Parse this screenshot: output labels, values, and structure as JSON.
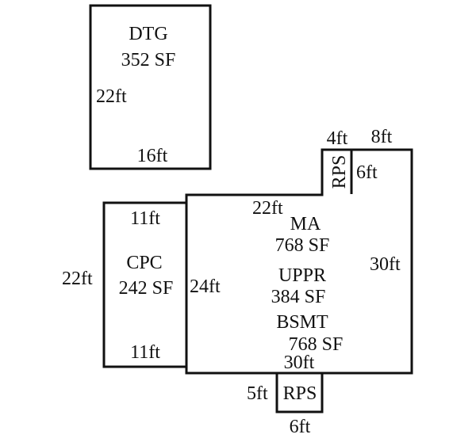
{
  "diagram": {
    "type": "floor-plan-sketch",
    "areas": [
      {
        "id": "dtg",
        "name": "DTG",
        "area": "352 SF",
        "dims": [
          "22ft",
          "16ft"
        ]
      },
      {
        "id": "cpc",
        "name": "CPC",
        "area": "242 SF",
        "dims": [
          "22ft",
          "11ft",
          "11ft"
        ]
      },
      {
        "id": "main",
        "lines": [
          "MA",
          "768 SF",
          "UPPR",
          "384 SF",
          "BSMT",
          "768 SF"
        ],
        "dims": [
          "22ft",
          "24ft",
          "30ft",
          "30ft",
          "8ft"
        ]
      },
      {
        "id": "rps-top",
        "name": "RPS",
        "dims": [
          "4ft",
          "6ft"
        ]
      },
      {
        "id": "rps-bottom",
        "name": "RPS",
        "dims": [
          "5ft",
          "6ft"
        ]
      }
    ]
  },
  "labels": {
    "dtg_name": "DTG",
    "dtg_area": "352 SF",
    "dtg_side": "22ft",
    "dtg_bottom": "16ft",
    "cpc_name": "CPC",
    "cpc_area": "242 SF",
    "cpc_left": "22ft",
    "cpc_top": "11ft",
    "cpc_bottom": "11ft",
    "main_top": "22ft",
    "main_left": "24ft",
    "main_right": "30ft",
    "main_bottom": "30ft",
    "main_top_right": "8ft",
    "ma_name": "MA",
    "ma_area": "768 SF",
    "uppr_name": "UPPR",
    "uppr_area": "384 SF",
    "bsmt_name": "BSMT",
    "bsmt_area": "768 SF",
    "rps_top_name": "RPS",
    "rps_top_width": "4ft",
    "rps_top_depth": "6ft",
    "rps_bottom_name": "RPS",
    "rps_bottom_depth": "5ft",
    "rps_bottom_width": "6ft"
  }
}
